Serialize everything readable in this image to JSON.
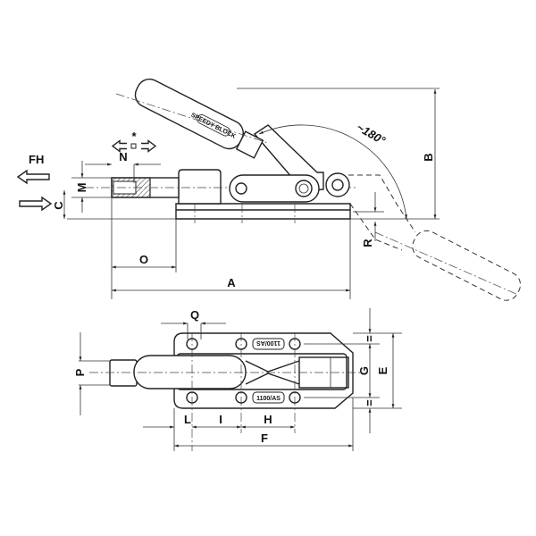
{
  "side_view": {
    "labels": {
      "fh": "FH",
      "c": "C",
      "m": "M",
      "n": "N",
      "star": "*",
      "o": "O",
      "a": "A",
      "b": "B",
      "r": "R",
      "angle": "~180°"
    },
    "handle_brand": "SPEEDY BLOCK"
  },
  "top_view": {
    "labels": {
      "q": "Q",
      "p": "P",
      "g": "G",
      "e": "E",
      "l": "L",
      "i": "I",
      "h": "H",
      "f": "F",
      "eq1": "=",
      "eq2": "="
    },
    "model_top": "1100/AS",
    "model_bottom": "1100/AS"
  }
}
